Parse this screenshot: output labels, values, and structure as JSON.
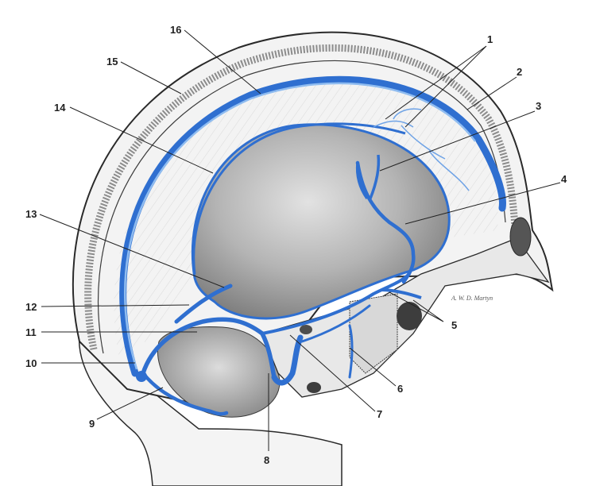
{
  "figure": {
    "signature": "A. W. D. Martyn",
    "colors": {
      "vein": "#2f6fd0",
      "vein_light": "#6fa3e6",
      "bone": "#e6e6e6",
      "dura_shadow": "#8a8a8a",
      "outline": "#2a2a2a"
    },
    "labels": [
      {
        "id": "1",
        "text": "1"
      },
      {
        "id": "2",
        "text": "2"
      },
      {
        "id": "3",
        "text": "3"
      },
      {
        "id": "4",
        "text": "4"
      },
      {
        "id": "5",
        "text": "5"
      },
      {
        "id": "6",
        "text": "6"
      },
      {
        "id": "7",
        "text": "7"
      },
      {
        "id": "8",
        "text": "8"
      },
      {
        "id": "9",
        "text": "9"
      },
      {
        "id": "10",
        "text": "10"
      },
      {
        "id": "11",
        "text": "11"
      },
      {
        "id": "12",
        "text": "12"
      },
      {
        "id": "13",
        "text": "13"
      },
      {
        "id": "14",
        "text": "14"
      },
      {
        "id": "15",
        "text": "15"
      },
      {
        "id": "16",
        "text": "16"
      }
    ]
  }
}
